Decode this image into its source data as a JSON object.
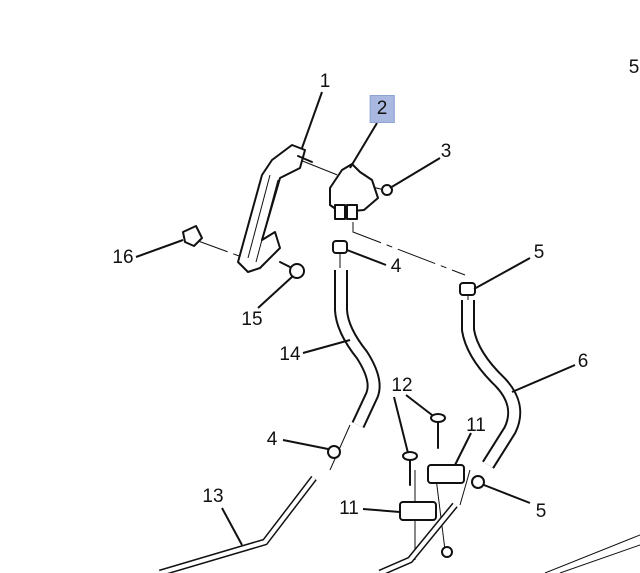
{
  "diagram": {
    "highlighted_callout": "2",
    "highlight_color": "#a9b8e0",
    "callouts": [
      {
        "id": "c1",
        "label": "1"
      },
      {
        "id": "c2",
        "label": "2"
      },
      {
        "id": "c3",
        "label": "3"
      },
      {
        "id": "c4a",
        "label": "4"
      },
      {
        "id": "c5a",
        "label": "5"
      },
      {
        "id": "c5top",
        "label": "5"
      },
      {
        "id": "c6",
        "label": "6"
      },
      {
        "id": "c16",
        "label": "16"
      },
      {
        "id": "c15",
        "label": "15"
      },
      {
        "id": "c14",
        "label": "14"
      },
      {
        "id": "c12",
        "label": "12"
      },
      {
        "id": "c11a",
        "label": "11"
      },
      {
        "id": "c4b",
        "label": "4"
      },
      {
        "id": "c13",
        "label": "13"
      },
      {
        "id": "c11b",
        "label": "11"
      },
      {
        "id": "c5b",
        "label": "5"
      }
    ]
  }
}
